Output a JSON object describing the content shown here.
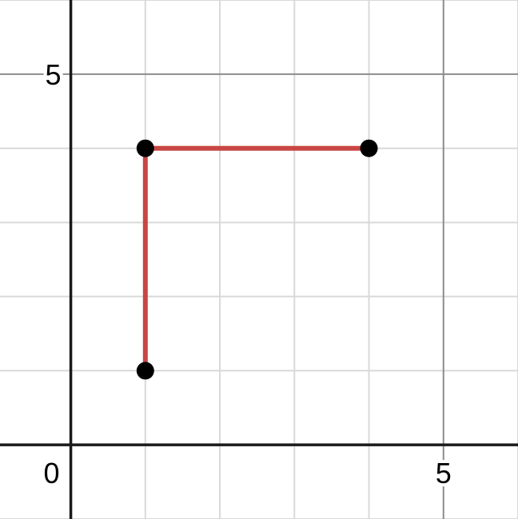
{
  "chart_data": {
    "type": "line",
    "title": "",
    "xlabel": "",
    "ylabel": "",
    "xlim": [
      -0.95,
      6.0
    ],
    "ylim": [
      -1.0,
      6.0
    ],
    "grid": true,
    "x_ticks_labeled": [
      5
    ],
    "y_ticks_labeled": [
      5
    ],
    "origin_label": "0",
    "series": [
      {
        "x": [
          1,
          1,
          4
        ],
        "y": [
          1,
          4,
          4
        ],
        "color": "#c94643",
        "markers": true,
        "marker_color": "#000000"
      }
    ]
  },
  "colors": {
    "minor_grid": "#d9d9d9",
    "major_grid": "#8c8c8c",
    "axis": "#1a1a1a",
    "line": "#c94643",
    "point": "#000000"
  }
}
